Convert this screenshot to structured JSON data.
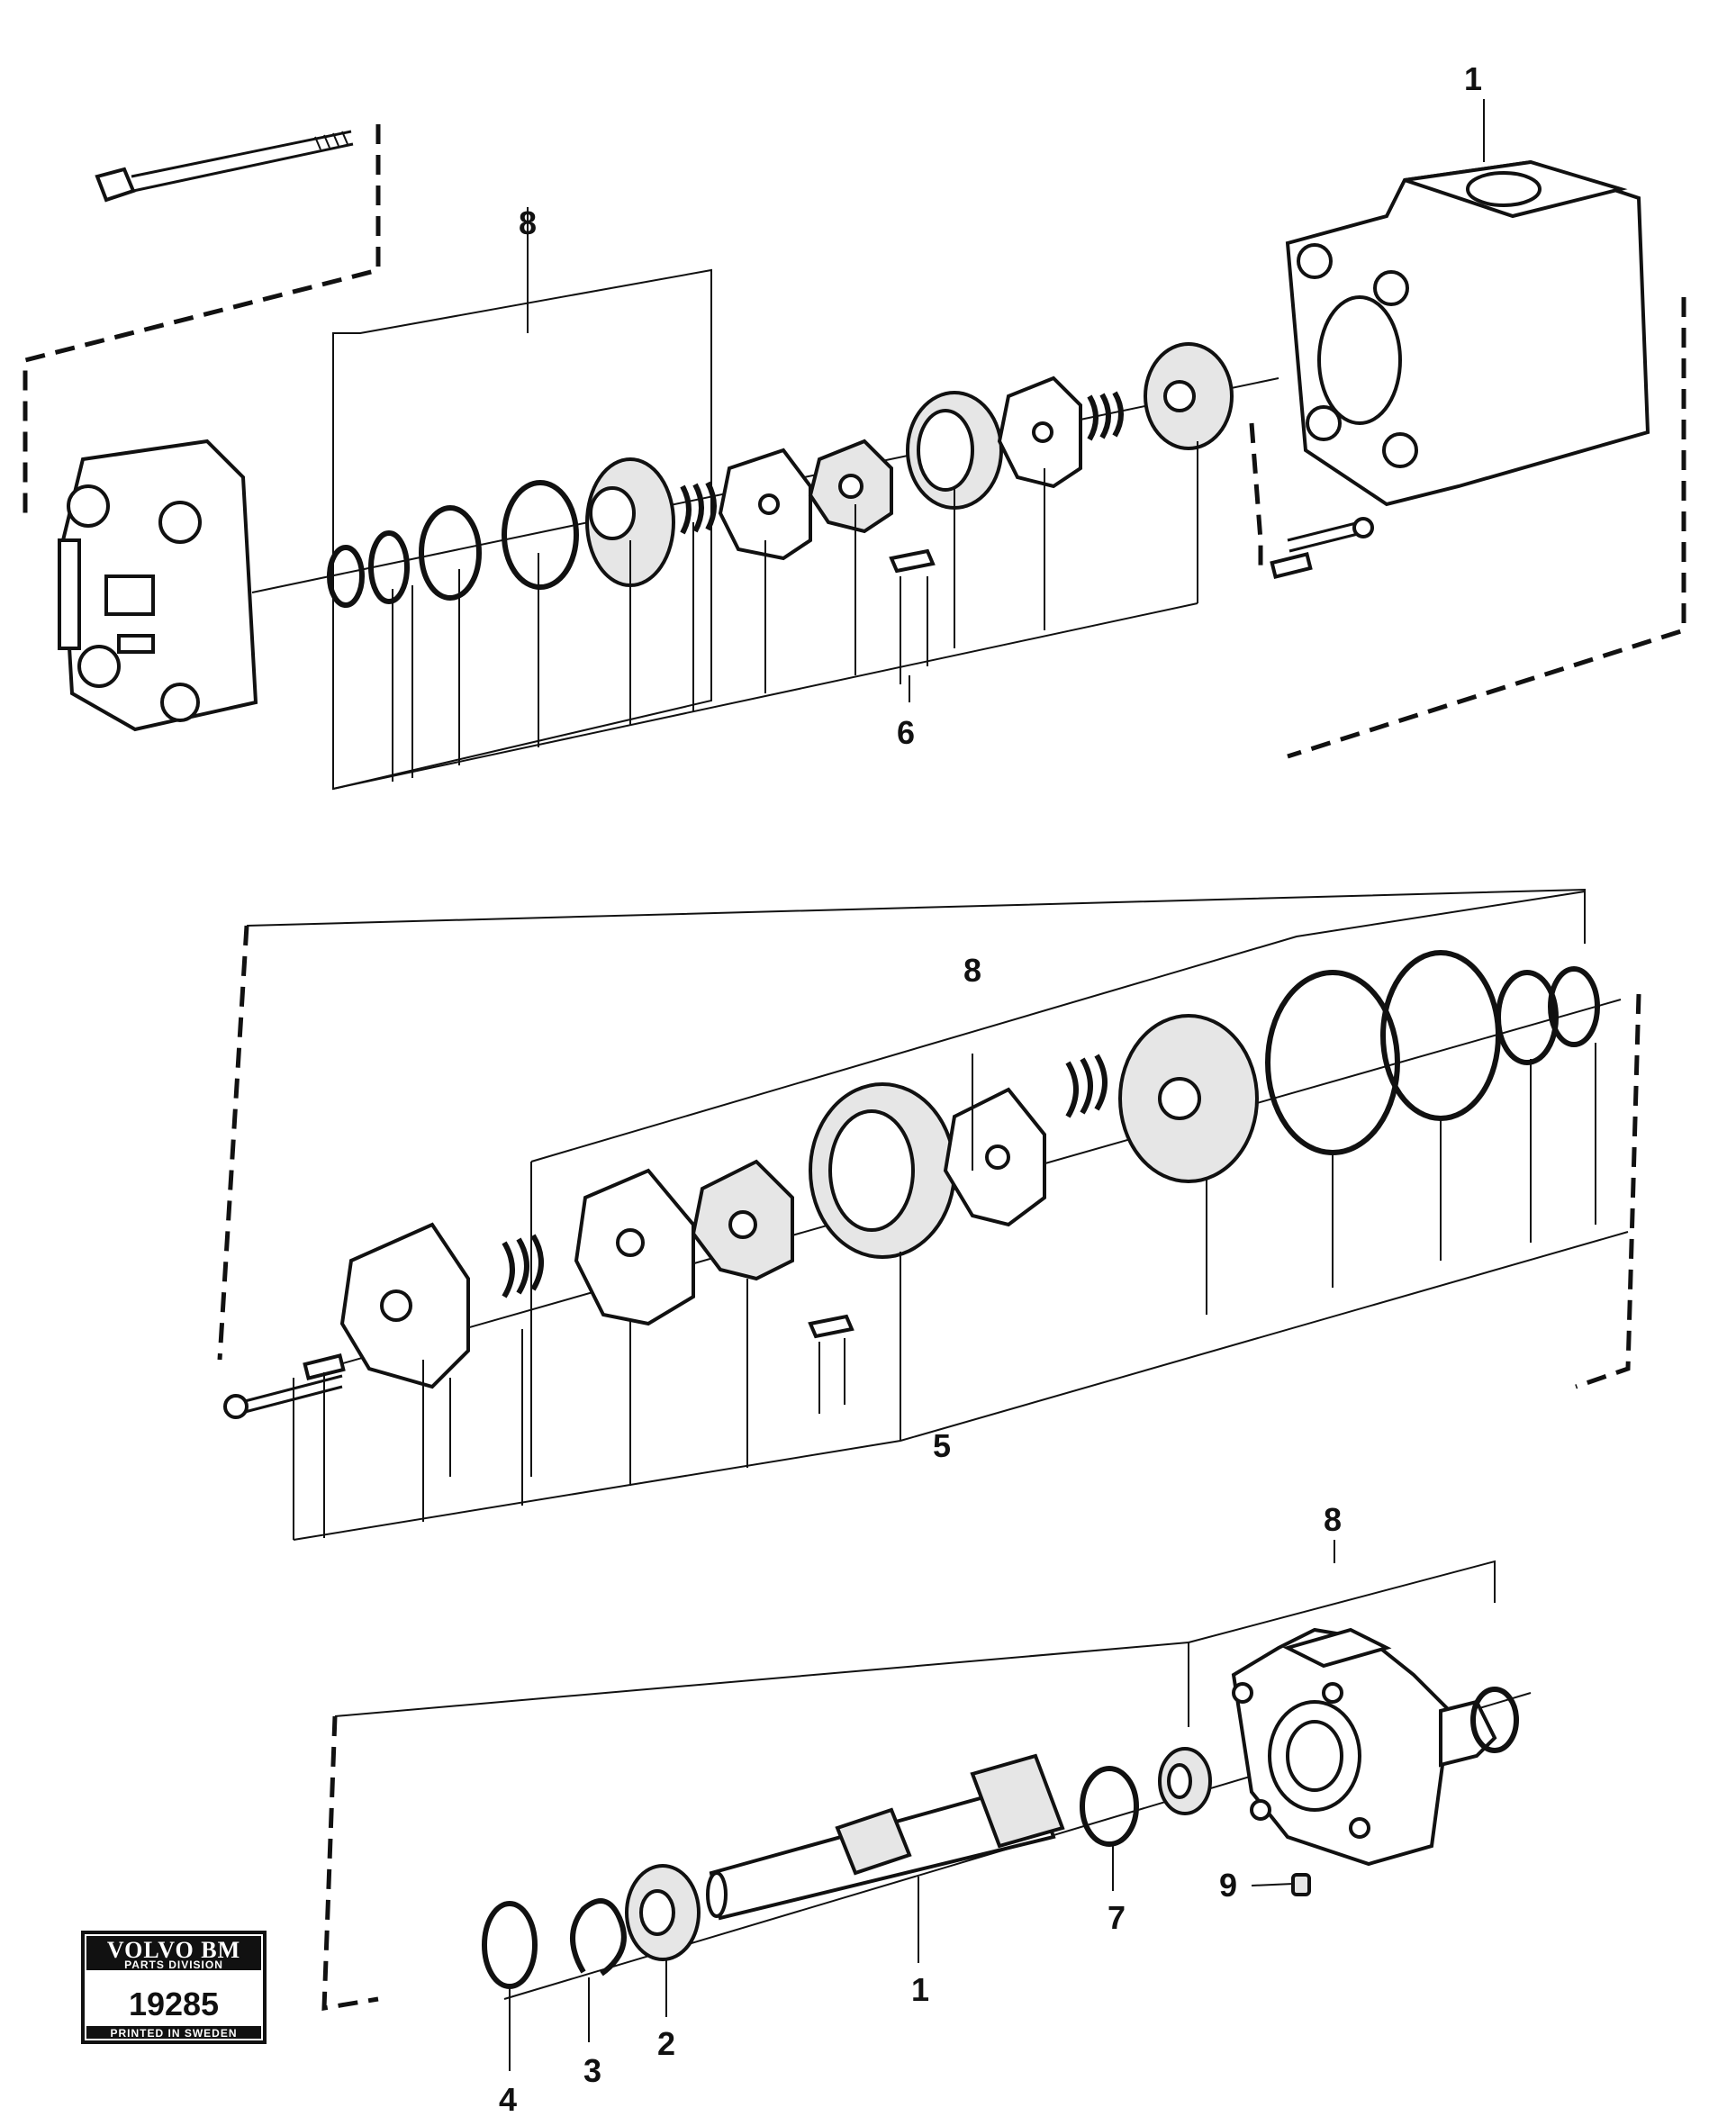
{
  "callouts": {
    "top_housing": "1",
    "top_kit": "8",
    "top_cartridge": "6",
    "mid_kit": "8",
    "mid_cartridge": "5",
    "bottom_kit": "8",
    "shaft": "1",
    "bearing": "2",
    "snap_ring": "3",
    "seal": "4",
    "retainer_ring": "7",
    "plug": "9"
  },
  "badge": {
    "brand": "VOLVO BM",
    "division": "PARTS DIVISION",
    "number": "19285",
    "printed": "PRINTED IN SWEDEN"
  }
}
